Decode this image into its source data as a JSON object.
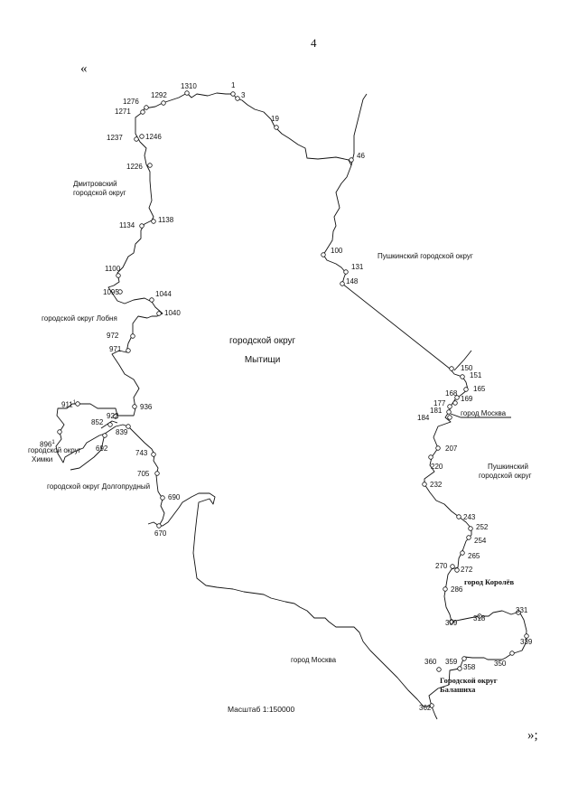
{
  "page_number": "4",
  "open_quote": "«",
  "close_quote": "»;",
  "scale_label": "Масштаб 1:150000",
  "labels": {
    "dmitrov": [
      "Дмитровский",
      "городской округ"
    ],
    "lobnya": "городской округ Лобня",
    "khimki": [
      "городской округ",
      "Химки"
    ],
    "dolgoprudny": "городской округ Долгопрудный",
    "mytishchi": [
      "городской округ",
      "Мытищи"
    ],
    "pushkino_top": "Пушкинский городской округ",
    "pushkino_mid": [
      "Пушкинский",
      "городской округ"
    ],
    "moscow_east": "город Москва",
    "moscow_south": "город Москва",
    "korolev": "город Королёв",
    "balashikha": [
      "Городской округ",
      "Балашиха"
    ]
  },
  "points": [
    "1",
    "3",
    "19",
    "46",
    "100",
    "131",
    "148",
    "150",
    "151",
    "165",
    "168",
    "169",
    "177",
    "181",
    "184",
    "207",
    "220",
    "232",
    "243",
    "252",
    "254",
    "265",
    "270",
    "272",
    "286",
    "309",
    "318",
    "331",
    "339",
    "350",
    "358",
    "359",
    "360",
    "362",
    "670",
    "690",
    "705",
    "743",
    "692",
    "839",
    "852",
    "896",
    "911",
    "922",
    "936",
    "971",
    "972",
    "1040",
    "1044",
    "1095",
    "1100",
    "1134",
    "1138",
    "1226",
    "1237",
    "1246",
    "1271",
    "1276",
    "1292",
    "1310"
  ],
  "superscripts": {
    "911": "1",
    "896": "1"
  }
}
